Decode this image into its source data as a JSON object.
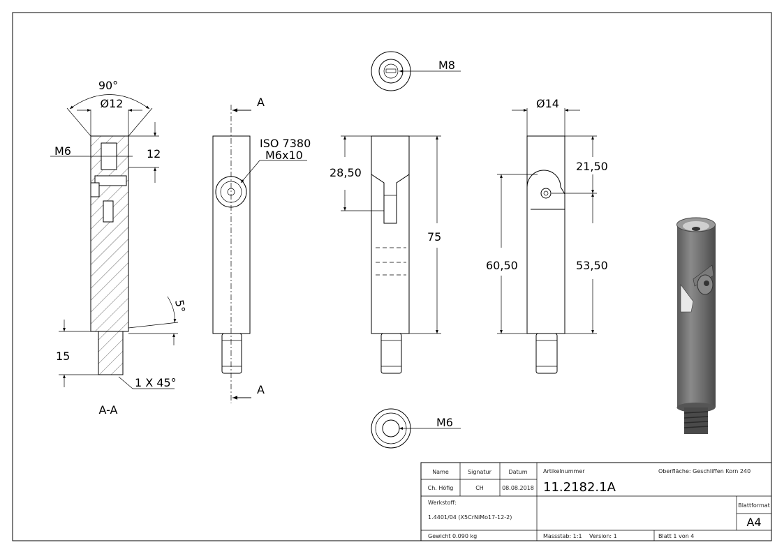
{
  "drawing": {
    "section_view": {
      "label": "A-A",
      "angle_label": "90°",
      "diameter_label": "Ø12",
      "thread_label": "M6",
      "depth_label": "12",
      "taper_label": "5°",
      "stud_length_label": "15",
      "chamfer_label": "1 X 45°"
    },
    "side_view": {
      "section_marker": "A",
      "screw_label_line1": "ISO 7380",
      "screw_label_line2": "M6x10"
    },
    "front_view": {
      "slot_depth_label": "28,50",
      "length_label": "75"
    },
    "right_view": {
      "diameter_label": "Ø14",
      "hole_top_label": "21,50",
      "hole_bottom_label": "53,50",
      "slot_height_label": "60,50"
    },
    "top_view": {
      "thread_label": "M8"
    },
    "bottom_view": {
      "thread_label": "M6"
    }
  },
  "title_block": {
    "header_name": "Name",
    "header_signature": "Signatur",
    "header_date": "Datum",
    "name": "Ch. Höfig",
    "signature": "CH",
    "date": "08.08.2018",
    "article_label": "Artikelnummer",
    "article_number": "11.2182.1A",
    "surface": "Oberfläche:  Geschliffen Korn 240",
    "material_label": "Werkstoff:",
    "material": "1.4401/04 (X5CrNiMo17-12-2)",
    "format_label": "Blattformat",
    "format": "A4",
    "weight": "Gewicht 0.090 kg",
    "scale": "Massstab: 1:1",
    "version": "Version: 1",
    "sheet": "Blatt 1 von 4"
  }
}
